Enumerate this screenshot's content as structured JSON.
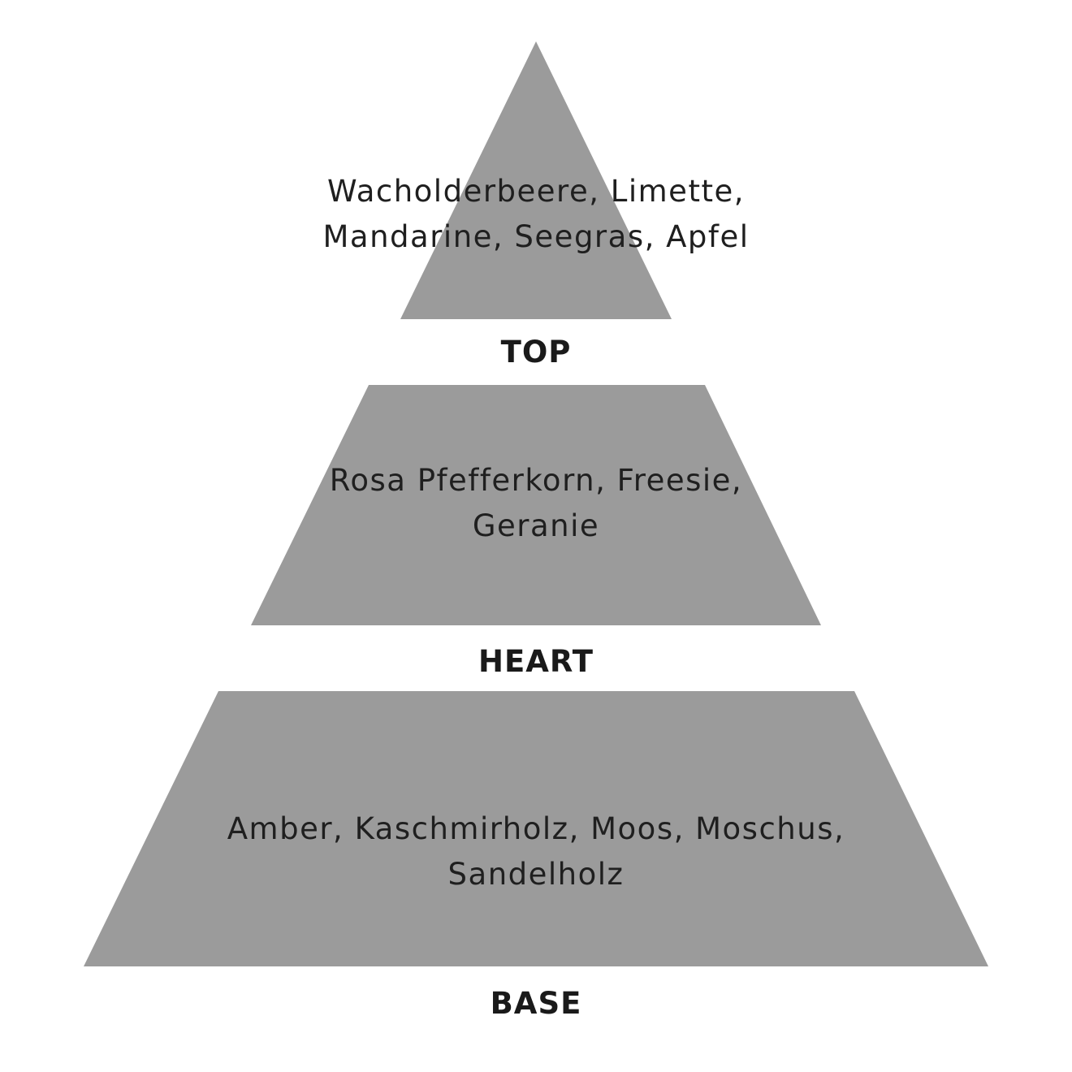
{
  "colors": {
    "tier_fill": "#9b9b9b",
    "note_text": "#1f1f1f",
    "label_text": "#1a1a1a",
    "background": "#ffffff"
  },
  "pyramid": {
    "top": {
      "label": "TOP",
      "notes_line1": "Wacholderbeere, Limette,",
      "notes_line2": "Mandarine, Seegras, Apfel"
    },
    "heart": {
      "label": "HEART",
      "notes_line1": "Rosa Pfefferkorn, Freesie,",
      "notes_line2": "Geranie"
    },
    "base": {
      "label": "BASE",
      "notes_line1": "Amber, Kaschmirholz, Moos, Moschus,",
      "notes_line2": "Sandelholz"
    }
  }
}
